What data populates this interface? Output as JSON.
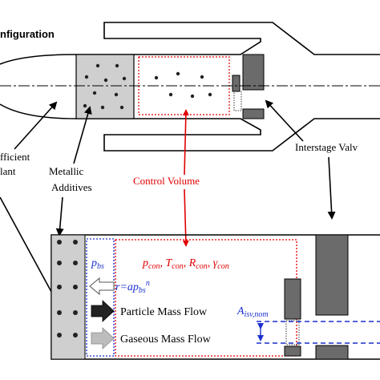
{
  "top_title": "nfiguration",
  "labels": {
    "coefficient_line1": "fficient",
    "coefficient_line2": "lant",
    "metallic_line1": "Metallic",
    "metallic_line2": "Additives",
    "control_volume": "Control Volume",
    "interstage_valve": "Interstage Valv"
  },
  "detail": {
    "pbs_base": "p",
    "pbs_sub": "bs",
    "state_vars": [
      {
        "base": "p",
        "sub": "con"
      },
      {
        "base": "T",
        "sub": "con"
      },
      {
        "base": "R",
        "sub": "con"
      },
      {
        "base": "γ",
        "sub": "con"
      }
    ],
    "burn_rate_prefix": "r=ap",
    "burn_rate_sub": "bs",
    "burn_rate_exp": "n",
    "particle_flow": "Particle Mass Flow",
    "gaseous_flow": "Gaseous Mass Flow",
    "area_base": "A",
    "area_sub": "isv,nom"
  },
  "colors": {
    "red": "#e00000",
    "blue": "#1a2fcf",
    "grain_gray": "#cfcfcf",
    "dark_gray": "#6b6b6b"
  }
}
